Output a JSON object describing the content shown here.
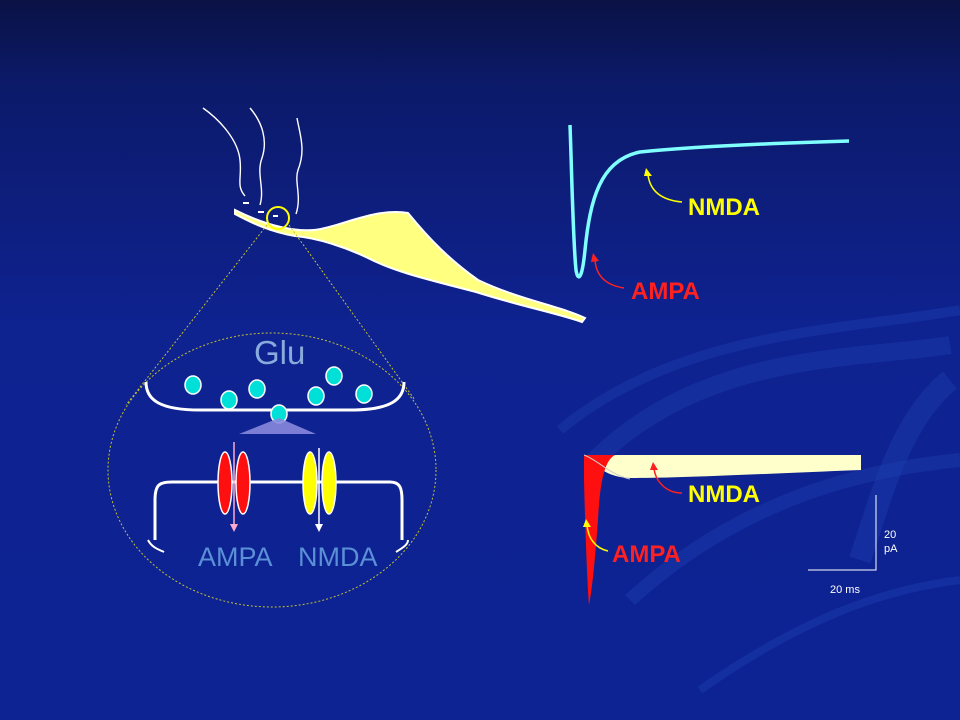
{
  "labels": {
    "glu": "Glu",
    "ampa_synapse": "AMPA",
    "nmda_synapse": "NMDA",
    "nmda_top": "NMDA",
    "ampa_top": "AMPA",
    "nmda_bottom": "NMDA",
    "ampa_bottom": "AMPA",
    "scale_current": "20 pA",
    "scale_time": "20 ms"
  },
  "colors": {
    "neuron_fill": "#ffff80",
    "ampa_channel": "#ff1010",
    "nmda_channel": "#ffff00",
    "glutamate": "#00e0d8",
    "trace_top": "#80ffff",
    "ampa_label": "#ff2020",
    "nmda_label": "#ffff00"
  }
}
